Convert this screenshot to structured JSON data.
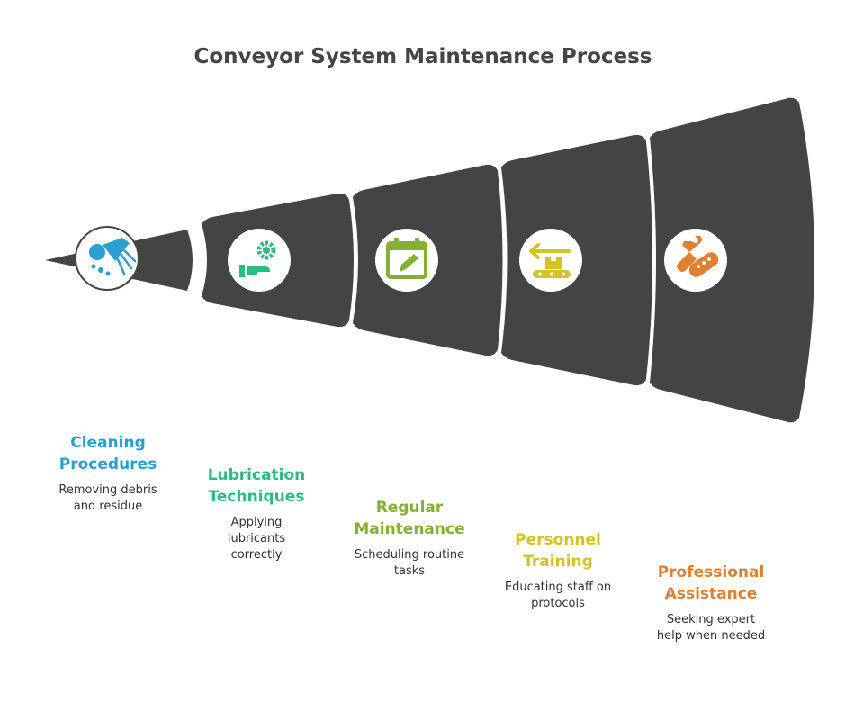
{
  "title": "Conveyor System Maintenance Process",
  "colors": {
    "funnel": "#444444",
    "cleaning": "#2a9fd0",
    "lubrication": "#2dbb84",
    "maintenance": "#86b032",
    "training": "#d4c324",
    "assistance": "#df8132"
  },
  "steps": [
    {
      "title_line1": "Cleaning",
      "title_line2": "Procedures",
      "desc_line1": "Removing debris",
      "desc_line2": "and residue",
      "desc_line3": "",
      "icon": "sweeping-icon"
    },
    {
      "title_line1": "Lubrication",
      "title_line2": "Techniques",
      "desc_line1": "Applying",
      "desc_line2": "lubricants",
      "desc_line3": "correctly",
      "icon": "gear-hand-icon"
    },
    {
      "title_line1": "Regular",
      "title_line2": "Maintenance",
      "desc_line1": "Scheduling routine",
      "desc_line2": "tasks",
      "desc_line3": "",
      "icon": "calendar-edit-icon"
    },
    {
      "title_line1": "Personnel",
      "title_line2": "Training",
      "desc_line1": "Educating staff on",
      "desc_line2": "protocols",
      "desc_line3": "",
      "icon": "conveyor-icon"
    },
    {
      "title_line1": "Professional",
      "title_line2": "Assistance",
      "desc_line1": "Seeking expert",
      "desc_line2": "help when needed",
      "desc_line3": "",
      "icon": "wrench-bandage-icon"
    }
  ]
}
